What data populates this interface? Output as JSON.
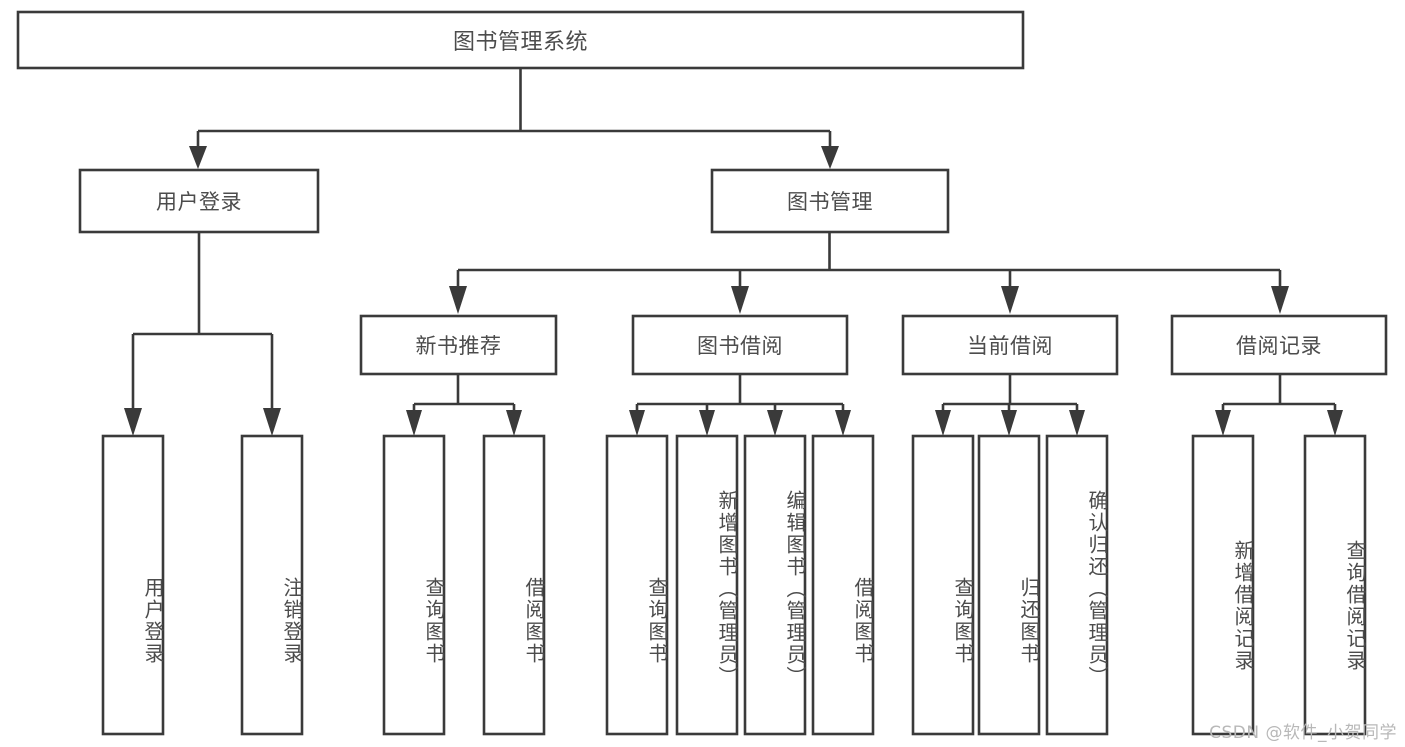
{
  "diagram": {
    "title": "图书管理系统",
    "watermark": "CSDN @软件_小贺同学",
    "style": {
      "stroke_color": "#3a3a3a",
      "text_color": "#4c4c4c",
      "background": "#ffffff",
      "watermark_color": "#b8b8b8"
    },
    "levels": {
      "root": {
        "label": "图书管理系统"
      },
      "level1": [
        {
          "id": "user-login",
          "label": "用户登录"
        },
        {
          "id": "book-manage",
          "label": "图书管理"
        }
      ],
      "level2": [
        {
          "id": "new-book-recommend",
          "label": "新书推荐",
          "parent": "book-manage"
        },
        {
          "id": "book-borrow",
          "label": "图书借阅",
          "parent": "book-manage"
        },
        {
          "id": "current-borrow",
          "label": "当前借阅",
          "parent": "book-manage"
        },
        {
          "id": "borrow-record",
          "label": "借阅记录",
          "parent": "book-manage"
        }
      ],
      "leaves": [
        {
          "id": "leaf-user-login",
          "label": "用户登录",
          "parent": "user-login"
        },
        {
          "id": "leaf-logout",
          "label": "注销登录",
          "parent": "user-login"
        },
        {
          "id": "leaf-query-book-1",
          "label": "查询图书",
          "parent": "new-book-recommend"
        },
        {
          "id": "leaf-borrow-book-1",
          "label": "借阅图书",
          "parent": "new-book-recommend"
        },
        {
          "id": "leaf-query-book-2",
          "label": "查询图书",
          "parent": "book-borrow"
        },
        {
          "id": "leaf-add-book",
          "label": "新增图书（管理员）",
          "parent": "book-borrow"
        },
        {
          "id": "leaf-edit-book",
          "label": "编辑图书（管理员）",
          "parent": "book-borrow"
        },
        {
          "id": "leaf-borrow-book-2",
          "label": "借阅图书",
          "parent": "book-borrow"
        },
        {
          "id": "leaf-query-book-3",
          "label": "查询图书",
          "parent": "current-borrow"
        },
        {
          "id": "leaf-return-book",
          "label": "归还图书",
          "parent": "current-borrow"
        },
        {
          "id": "leaf-confirm-return",
          "label": "确认归还（管理员）",
          "parent": "current-borrow"
        },
        {
          "id": "leaf-add-record",
          "label": "新增借阅记录",
          "parent": "borrow-record"
        },
        {
          "id": "leaf-query-record",
          "label": "查询借阅记录",
          "parent": "borrow-record"
        }
      ]
    }
  }
}
